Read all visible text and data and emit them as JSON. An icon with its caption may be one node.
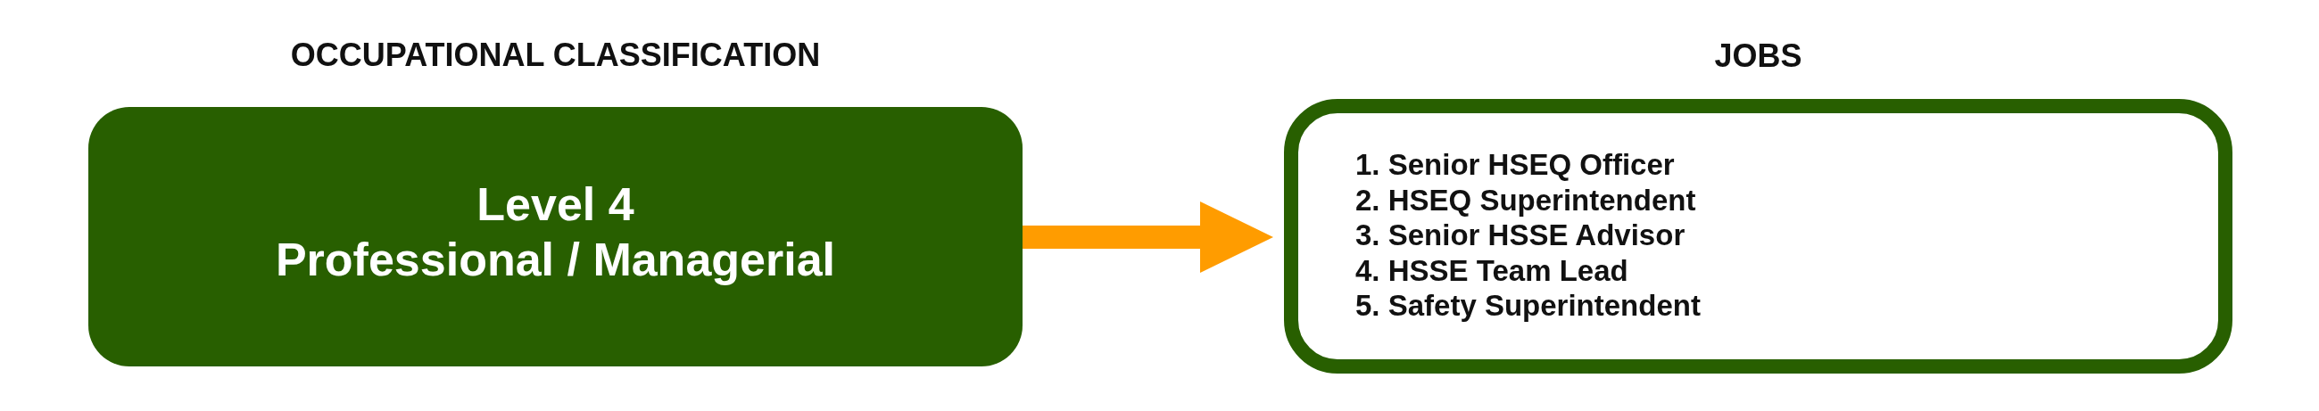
{
  "diagram": {
    "nodes": [
      {
        "text": [
          "OCCUPATIONAL CLASSIFICATION",
          "Level 4",
          "Professional / Managerial"
        ]
      },
      {
        "text": [
          "JOBS",
          "1. Senior HSEQ Officer",
          "2. HSEQ Superintendent",
          "3. Senior HSSE Advisor",
          "4. HSSE Team Lead",
          "5. Safety Superintendent"
        ]
      }
    ],
    "edges": [
      {
        "from": 0,
        "to": 1,
        "arrow": "to",
        "color": "#ff9c00"
      }
    ]
  }
}
